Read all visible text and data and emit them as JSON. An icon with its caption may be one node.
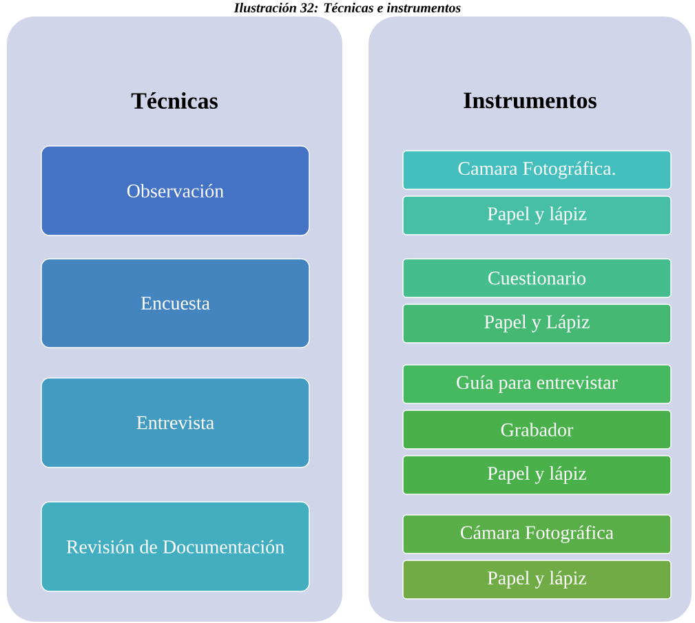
{
  "diagram": {
    "title": "Ilustración 32: Técnicas e instrumentos",
    "nodes": [
      {
        "text": [
          "Técnicas"
        ]
      },
      {
        "text": [
          "Observación"
        ],
        "in": 0
      },
      {
        "text": [
          "Encuesta"
        ],
        "in": 0
      },
      {
        "text": [
          "Entrevista"
        ],
        "in": 0
      },
      {
        "text": [
          "Revisión de Documentación"
        ],
        "in": 0
      },
      {
        "text": [
          "Instrumentos"
        ]
      },
      {
        "text": [
          "Camara Fotográfica."
        ],
        "in": 5
      },
      {
        "text": [
          "Papel y lápiz"
        ],
        "in": 5
      },
      {
        "text": [
          "Cuestionario"
        ],
        "in": 5
      },
      {
        "text": [
          "Papel y Lápiz"
        ],
        "in": 5
      },
      {
        "text": [
          "Guía para entrevistar"
        ],
        "in": 5
      },
      {
        "text": [
          "Grabador"
        ],
        "in": 5
      },
      {
        "text": [
          "Papel y lápiz"
        ],
        "in": 5
      },
      {
        "text": [
          "Cámara Fotográfica"
        ],
        "in": 5
      },
      {
        "text": [
          "Papel y lápiz"
        ],
        "in": 5
      }
    ],
    "edges": []
  }
}
